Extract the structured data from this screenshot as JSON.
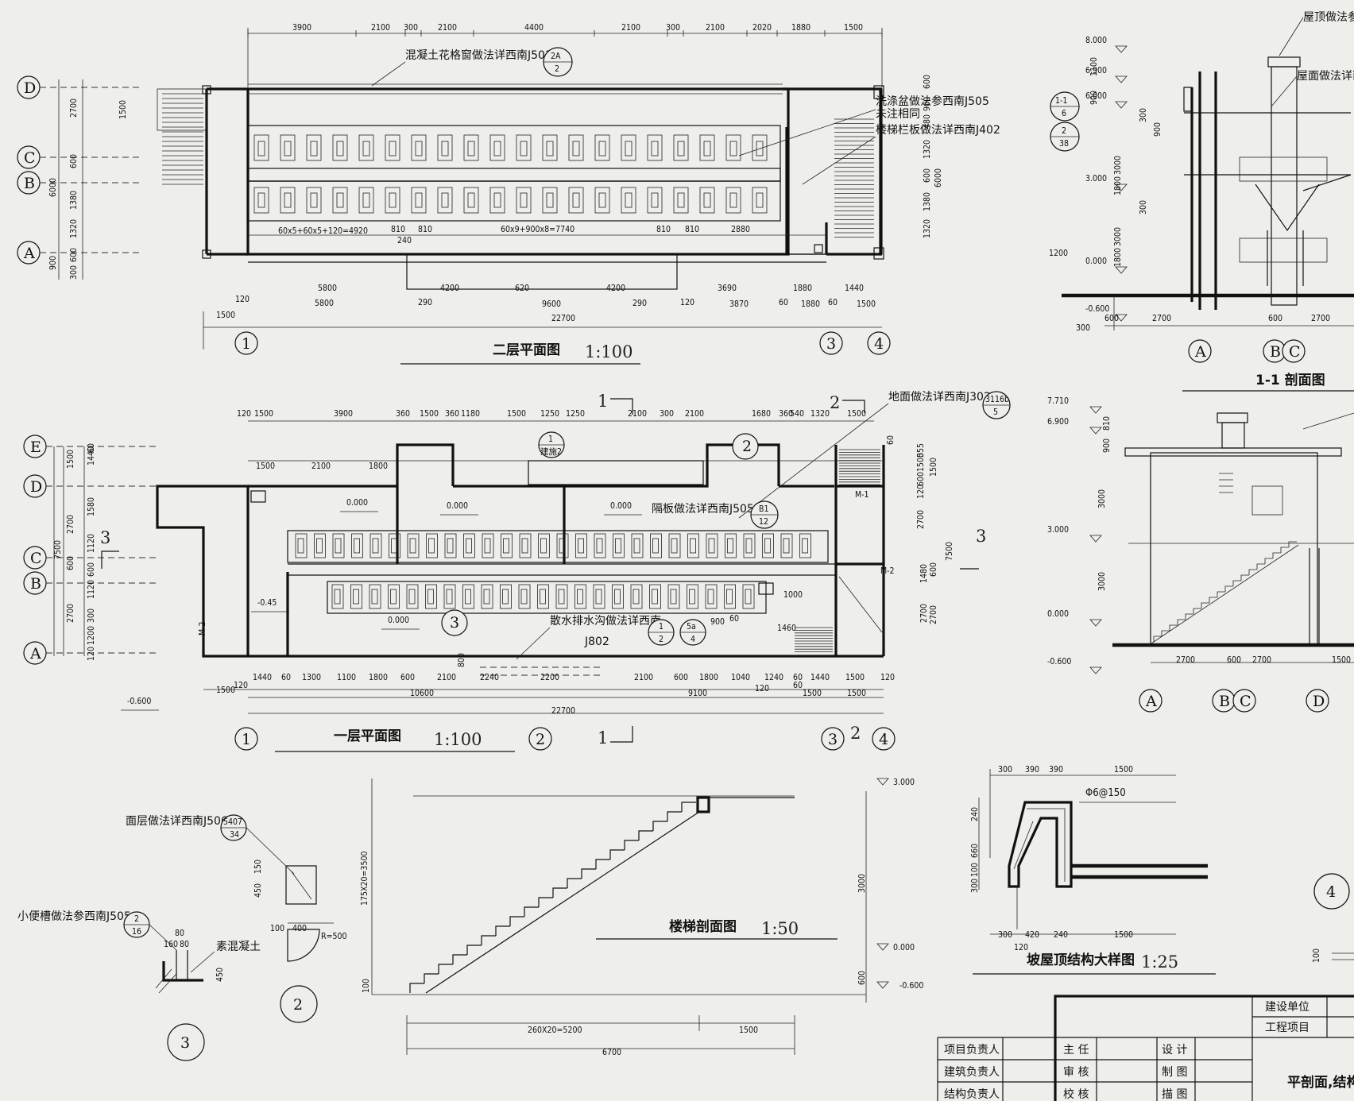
{
  "plan2": {
    "title": "二层平面图",
    "scale": "1:100",
    "note_window": "混凝土花格窗做法详西南J503",
    "note_window_ref": [
      "2A",
      "2"
    ],
    "note_basin": "洗涤盆做法参西南J505",
    "note_basin_ref": [
      "1-1",
      "6"
    ],
    "note_same": "未注相同",
    "note_rail": "楼梯栏板做法详西南J402",
    "note_rail_ref": [
      "2",
      "38"
    ],
    "top_dims": [
      "3900",
      "2100",
      "300",
      "2100",
      "4400",
      "2100",
      "300",
      "2100",
      "2020",
      "1880",
      "1500"
    ],
    "bot_dims1": [
      "5800",
      "4200",
      "620",
      "4200",
      "3690",
      "1880",
      "1440"
    ],
    "bot_dims2": [
      "120",
      "5800",
      "290",
      "9600",
      "290",
      "120",
      "3870",
      "60",
      "1880",
      "60",
      "1500"
    ],
    "bot_dims3": [
      "1500",
      "22700"
    ],
    "inner_dims": [
      "60x5+60x5+120=4920",
      "810",
      "810",
      "60x9+900x8=7740",
      "810",
      "810",
      "2880",
      "240"
    ],
    "left_dims": [
      "2700",
      "1500",
      "600",
      "6000",
      "1380",
      "1320",
      "600",
      "300",
      "900"
    ],
    "right_dims": [
      "600",
      "900",
      "480",
      "1320",
      "600",
      "1380",
      "1320",
      "6000"
    ],
    "axes_h": [
      "D",
      "C",
      "B",
      "A"
    ],
    "axes_v": [
      "1",
      "3",
      "4"
    ]
  },
  "plan1": {
    "title": "一层平面图",
    "scale": "1:100",
    "note_floor": "地面做法详西南J302",
    "note_floor_ref": [
      "3116b",
      "5"
    ],
    "note_partition": "隔板做法详西南J505",
    "note_partition_ref": [
      "B1",
      "12"
    ],
    "note_drain": "散水排水沟做法详西南",
    "note_drain_code": "J802",
    "note_drain_ref": [
      "1",
      "2"
    ],
    "note_drain_ref2": [
      "5a",
      "4"
    ],
    "elev": [
      "0.000",
      "0.000",
      "0.000",
      "-0.45",
      "0.000",
      "-0.600"
    ],
    "top_dims": [
      "120",
      "1500",
      "3900",
      "360",
      "1500",
      "360",
      "1180",
      "1500",
      "1250",
      "1250",
      "2100",
      "300",
      "2100",
      "1680",
      "360",
      "540",
      "1320",
      "1500"
    ],
    "top_dims2": [
      "1500",
      "2100",
      "1800"
    ],
    "bot_dims1": [
      "1440",
      "60",
      "1300",
      "1100",
      "1800",
      "600",
      "2100",
      "2240",
      "2200",
      "2100",
      "600",
      "1800",
      "1040",
      "1240",
      "60",
      "1440",
      "1500",
      "120"
    ],
    "bot_dims2": [
      "1500",
      "120",
      "10600",
      "9100",
      "120",
      "60",
      "1500",
      "1500"
    ],
    "bot_total": "22700",
    "left_dims": [
      "1500",
      "1440",
      "1580",
      "2700",
      "7500",
      "1120",
      "600",
      "600",
      "1120",
      "2700",
      "300",
      "1200",
      "120",
      "60"
    ],
    "right_dims": [
      "60",
      "1500",
      "555",
      "1500",
      "600",
      "120",
      "2700",
      "7500",
      "600",
      "1480",
      "2700",
      "2700"
    ],
    "door_labels": [
      "M-1",
      "M-2",
      "M-2"
    ],
    "misc_dims": [
      "1000",
      "1460",
      "900",
      "60",
      "800"
    ],
    "detail_marks": [
      "1",
      "建施2",
      "2",
      "3"
    ],
    "section_marks": [
      "1",
      "2",
      "1",
      "2",
      "3",
      "3"
    ],
    "axes_h": [
      "E",
      "D",
      "C",
      "B",
      "A"
    ],
    "axes_v": [
      "1",
      "2",
      "3",
      "4"
    ]
  },
  "section11": {
    "title": "1-1 剖面图",
    "note_roof": "屋面做法详西南",
    "note_roof2": "屋顶做法参",
    "levels": [
      "8.000",
      "6.900",
      "6.000",
      "3.000",
      "0.000",
      "-0.600"
    ],
    "dims": [
      "1100",
      "900",
      "300",
      "900",
      "3000",
      "1800",
      "300",
      "3000",
      "1800",
      "1200"
    ],
    "bot_dims": [
      "300",
      "600",
      "2700",
      "600",
      "2700"
    ],
    "axes": [
      "A",
      "B",
      "C"
    ]
  },
  "elevation": {
    "levels": [
      "7.710",
      "6.900",
      "3.000",
      "0.000",
      "-0.600"
    ],
    "dims": [
      "810",
      "900",
      "3000",
      "3000"
    ],
    "bot_dims": [
      "2700",
      "600",
      "2700",
      "1500"
    ],
    "axes": [
      "A",
      "B",
      "C",
      "D"
    ]
  },
  "stair": {
    "title": "楼梯剖面图",
    "scale": "1:50",
    "left_dim": "175X20=3500",
    "right_dim": "3000",
    "right_dim2": "600",
    "levels": [
      "3.000",
      "0.000",
      "-0.600"
    ],
    "bot_dims": [
      "260X20=5200",
      "1500",
      "6700"
    ],
    "left_bot": "100"
  },
  "roof_detail": {
    "title": "坡屋顶结构大样图",
    "scale": "1:25",
    "rebar": "Φ6@150",
    "top_dims": [
      "300",
      "390",
      "390",
      "1500"
    ],
    "bot_dims": [
      "300",
      "420",
      "240",
      "1500",
      "120"
    ],
    "left_dims": [
      "240",
      "660",
      "300",
      "100"
    ]
  },
  "detail2": {
    "note": "面层做法详西南J506",
    "ref": [
      "5407",
      "34"
    ],
    "dims": [
      "450",
      "150",
      "100",
      "400",
      "R=500"
    ],
    "label": "2"
  },
  "detail3": {
    "note": "小便槽做法参西南J505",
    "ref": [
      "2",
      "16"
    ],
    "material": "素混凝土",
    "dims": [
      "80",
      "160",
      "80",
      "450"
    ],
    "label": "3"
  },
  "detail4": {
    "label": "4",
    "dim": "100"
  },
  "title_block": {
    "unit_label": "建设单位",
    "project_label": "工程项目",
    "drawing_title": "平剖面,结构",
    "rows": [
      [
        "项目负责人",
        "主 任",
        "设 计"
      ],
      [
        "建筑负责人",
        "审 核",
        "制 图"
      ],
      [
        "结构负责人",
        "校 核",
        "描 图"
      ]
    ]
  }
}
